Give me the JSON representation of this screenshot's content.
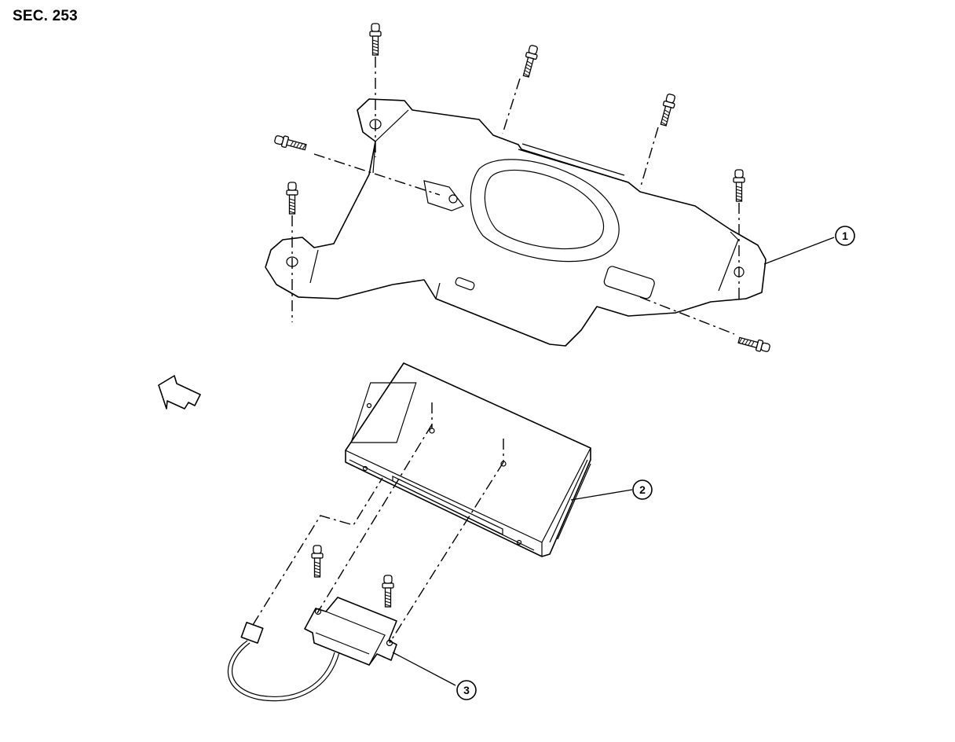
{
  "section_label": "SEC. 253",
  "callouts": [
    "1",
    "2",
    "3"
  ],
  "icons": {
    "front_arrow": "front-direction-arrow-icon"
  },
  "colors": {
    "line": "#000000",
    "background": "#ffffff"
  }
}
